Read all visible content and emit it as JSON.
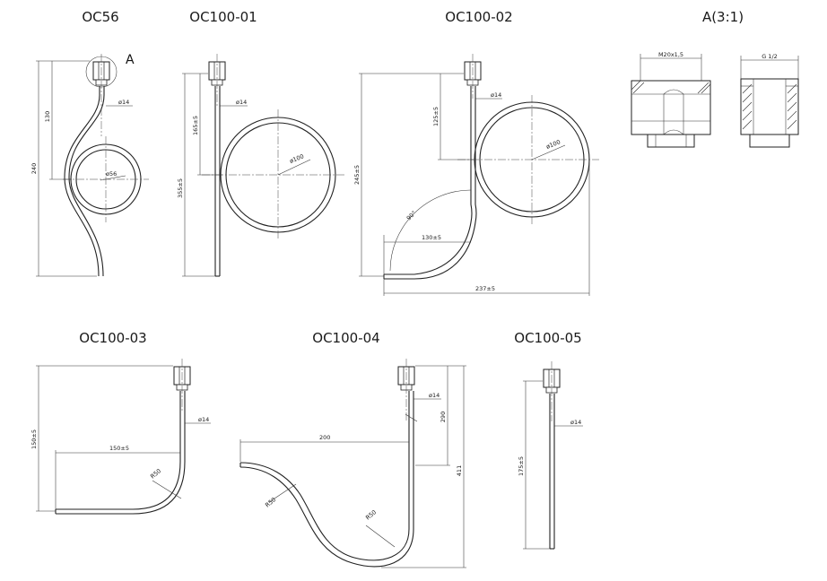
{
  "titles": {
    "oc56": "OC56",
    "oc100_01": "OC100-01",
    "oc100_02": "OC100-02",
    "detail": "A(3:1)",
    "oc100_03": "OC100-03",
    "oc100_04": "OC100-04",
    "oc100_05": "OC100-05"
  },
  "detail_marker": "A",
  "dims": {
    "oc56": {
      "height": "240",
      "upper": "130",
      "tube": "ø14",
      "loop": "ø56"
    },
    "oc100_01": {
      "height": "355±5",
      "upper": "165±5",
      "tube": "ø14",
      "loop": "ø100"
    },
    "oc100_02": {
      "height": "245±5",
      "upper": "125±5",
      "tube": "ø14",
      "loop": "ø100",
      "angle": "90°",
      "horizontal": "130±5",
      "width": "237±5"
    },
    "detail": {
      "thread_m": "M20x1,5",
      "thread_g": "G 1/2"
    },
    "oc100_03": {
      "height": "150±5",
      "horizontal": "150±5",
      "tube": "ø14",
      "radius": "R50"
    },
    "oc100_04": {
      "horizontal": "200",
      "upper": "290",
      "height": "411",
      "tube": "ø14",
      "radius_left": "R50",
      "radius_right": "R50"
    },
    "oc100_05": {
      "height": "175±5",
      "tube": "ø14"
    }
  }
}
